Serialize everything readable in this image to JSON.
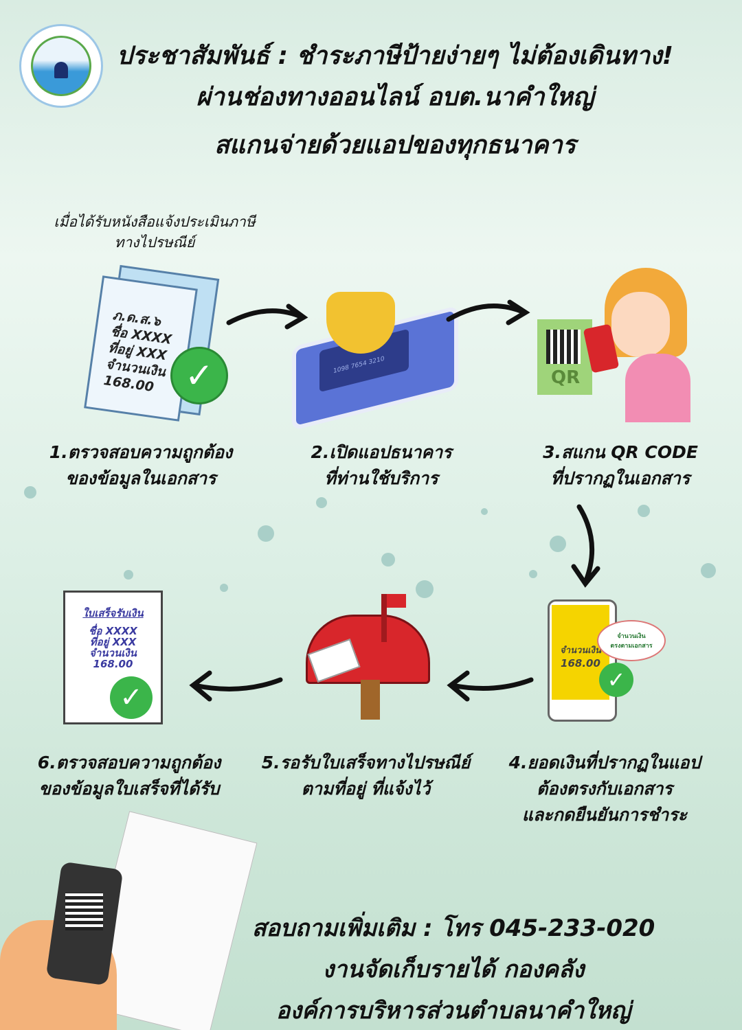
{
  "header": {
    "logo_icon": "municipal-seal-logo",
    "title_lines": [
      "ประชาสัมพันธ์ : ชำระภาษีป้ายง่ายๆ ไม่ต้องเดินทาง!",
      "ผ่านช่องทางออนไลน์ อบต.นาคำใหญ่",
      "สแกนจ่ายด้วยแอปของทุกธนาคาร"
    ]
  },
  "note": [
    "เมื่อได้รับหนังสือแจ้งประเมินภาษี",
    "ทางไปรษณีย์"
  ],
  "steps": [
    {
      "lines": [
        "1.ตรวจสอบความถูกต้อง",
        "ของข้อมูลในเอกสาร"
      ],
      "image": {
        "doc_lines": [
          "ภ.ด.ส.๖",
          "ชื่อ XXXX",
          "ที่อยู่ XXX",
          "จำนวนเงิน",
          "168.00"
        ]
      }
    },
    {
      "lines": [
        "2.เปิดแอปธนาคาร",
        "ที่ท่านใช้บริการ"
      ],
      "image": {
        "card_number": "1098 7654 3210"
      }
    },
    {
      "lines": [
        "3.สแกน QR CODE",
        "ที่ปรากฏในเอกสาร"
      ],
      "image": {
        "qr_label": "QR"
      }
    },
    {
      "lines": [
        "4.ยอดเงินที่ปรากฏในแอป",
        "ต้องตรงกับเอกสาร",
        "และกดยืนยันการชำระ"
      ],
      "image": {
        "amount_label": "จำนวนเงิน",
        "amount": "168.00",
        "bubble": [
          "จำนวนเงิน",
          "ตรงตามเอกสาร"
        ]
      }
    },
    {
      "lines": [
        "5.รอรับใบเสร็จทางไปรษณีย์",
        "ตามที่อยู่ ที่แจ้งไว้"
      ],
      "image": {}
    },
    {
      "lines": [
        "6.ตรวจสอบความถูกต้อง",
        "ของข้อมูลใบเสร็จที่ได้รับ"
      ],
      "image": {
        "doc_lines": [
          "ใบเสร็จรับเงิน",
          "ชื่อ XXXX",
          "ที่อยู่ XXX",
          "จำนวนเงิน",
          "168.00"
        ]
      }
    }
  ],
  "contact": [
    "สอบถามเพิ่มเติม : โทร 045-233-020",
    "งานจัดเก็บรายได้ กองคลัง",
    "องค์การบริหารส่วนตำบลนาคำใหญ่"
  ],
  "colors": {
    "check": "#3bb54a",
    "mailbox": "#d8262b",
    "phone_yellow": "#f5d400",
    "shield": "#f2c230",
    "phone_blue": "#5a73d6"
  }
}
